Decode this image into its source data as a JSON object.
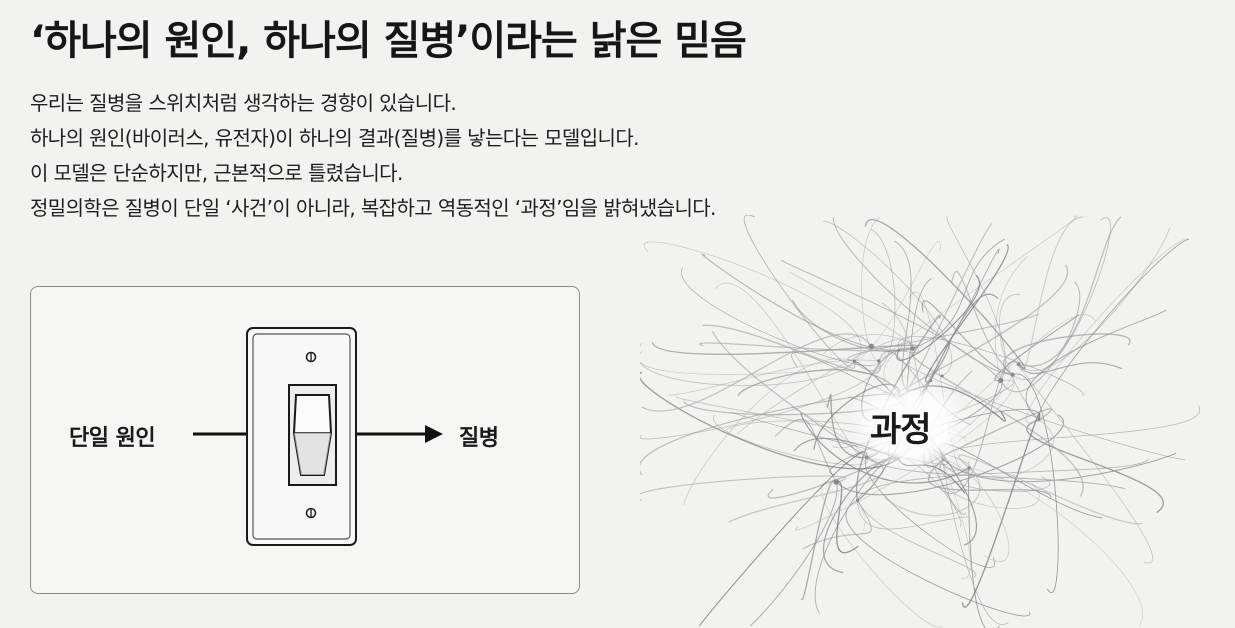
{
  "title": "‘하나의 원인, 하나의 질병’이라는 낡은 믿음",
  "paragraphs": [
    "우리는 질병을 스위치처럼 생각하는 경향이 있습니다.",
    "하나의 원인(바이러스, 유전자)이 하나의 결과(질병)를 낳는다는 모델입니다.",
    "이 모델은 단순하지만, 근본적으로 틀렸습니다.",
    "정밀의학은 질병이 단일 ‘사건’이 아니라, 복잡하고 역동적인 ‘과정’임을 밝혀냈습니다."
  ],
  "switch_diagram": {
    "cause_label": "단일 원인",
    "effect_label": "질병"
  },
  "network_diagram": {
    "center_label": "과정"
  }
}
